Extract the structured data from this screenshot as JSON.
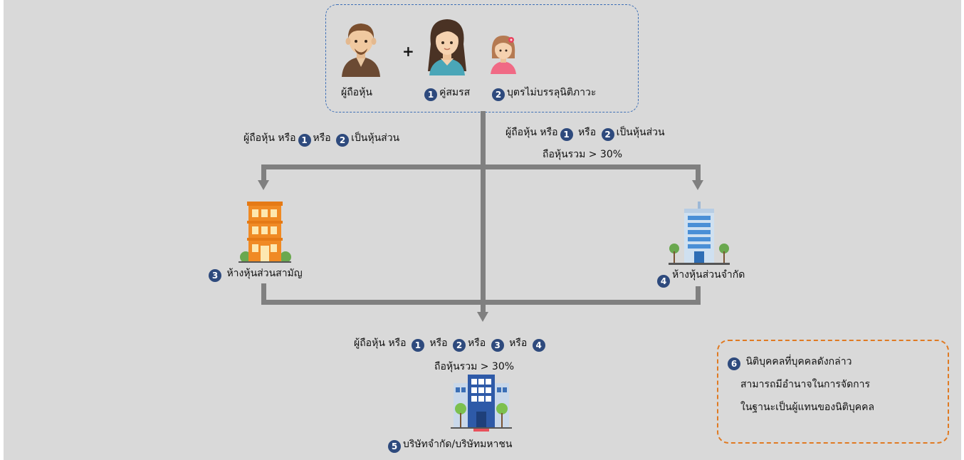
{
  "family": {
    "shareholder_label": "ผู้ถือหุ้น",
    "plus": "+",
    "spouse_num": "1",
    "spouse_label": "คู่สมรส",
    "child_num": "2",
    "child_label": "บุตรไม่บรรลุนิติภาวะ"
  },
  "left_condition": {
    "part1": "ผู้ถือหุ้น หรือ",
    "num1": "1",
    "part2": "หรือ",
    "num2": "2",
    "part3": "เป็นหุ้นส่วน"
  },
  "right_condition": {
    "part1": "ผู้ถือหุ้น หรือ",
    "num1": "1",
    "part2": "หรือ",
    "num2": "2",
    "part3": "เป็นหุ้นส่วน",
    "line2": "ถือหุ้นรวม > 30%"
  },
  "ordinary_partnership": {
    "num": "3",
    "label": "ห้างหุ้นส่วนสามัญ"
  },
  "limited_partnership": {
    "num": "4",
    "label": "ห้างหุ้นส่วนจำกัด"
  },
  "bottom_condition": {
    "part1": "ผู้ถือหุ้น หรือ",
    "num1": "1",
    "part2": "หรือ",
    "num2": "2",
    "part3": "หรือ",
    "num3": "3",
    "part4": "หรือ",
    "num4": "4",
    "line2": "ถือหุ้นรวม > 30%"
  },
  "company": {
    "num": "5",
    "label": "บริษัทจำกัด/บริษัทมหาชน"
  },
  "note": {
    "num": "6",
    "line1": "นิติบุคคลที่บุคคลดังกล่าว",
    "line2": "สามารถมีอำนาจในการจัดการ",
    "line3": "ในฐานะเป็นผู้แทนของนิติบุคคล"
  },
  "colors": {
    "background": "#d9d9d9",
    "connector": "#808080",
    "number_badge": "#2e4a7d",
    "family_border": "#3d6fb6",
    "note_border": "#e07a22"
  }
}
